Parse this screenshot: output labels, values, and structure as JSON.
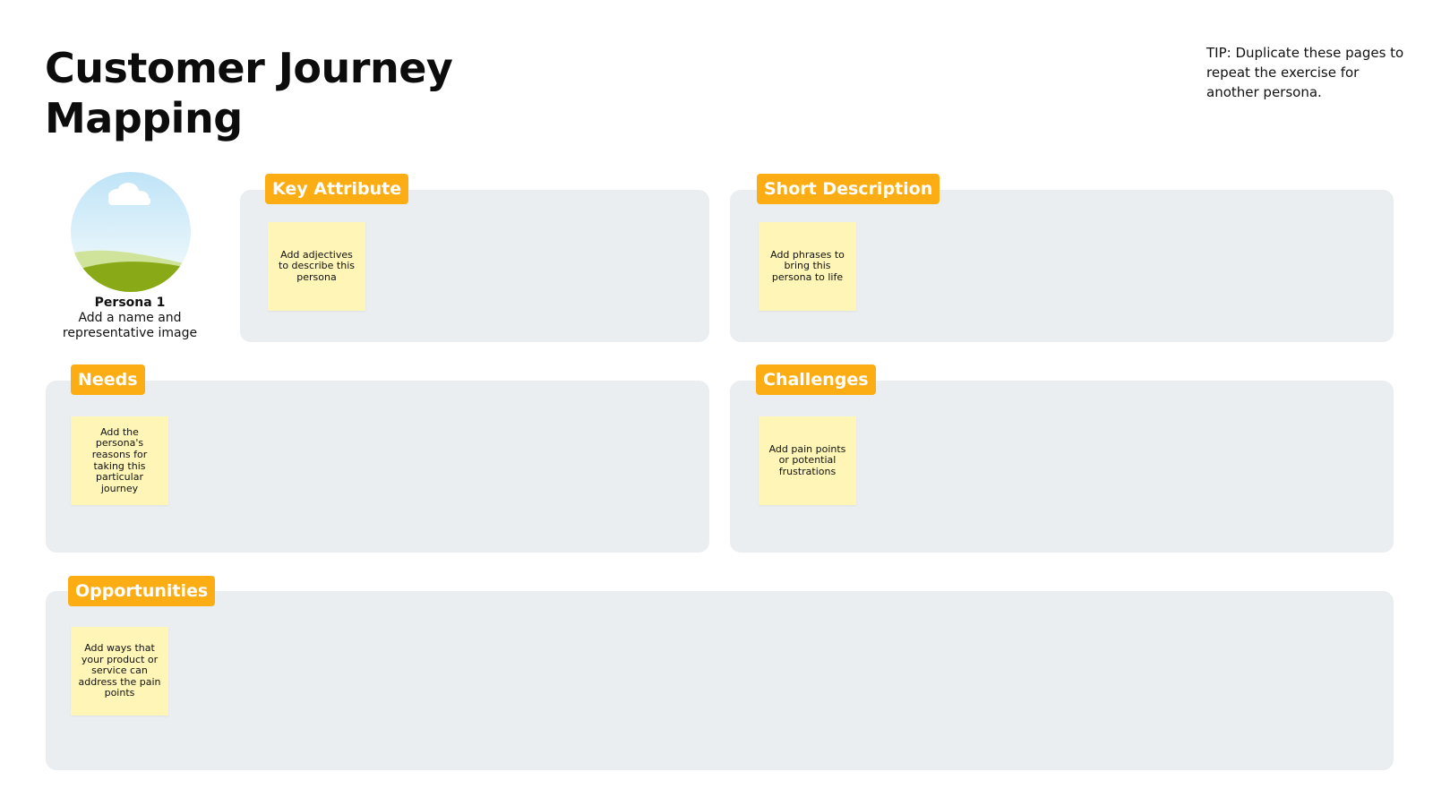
{
  "header": {
    "title_lines": [
      "Customer Journey",
      "Mapping"
    ],
    "tip_lines": [
      "TIP: Duplicate these pages to",
      "repeat the exercise for",
      "another persona."
    ]
  },
  "persona": {
    "name": "Persona 1",
    "hint_lines": [
      "Add a name and",
      "representative image"
    ]
  },
  "sections": {
    "key_attribute": {
      "label": "Key Attribute",
      "note": "Add adjectives to describe this persona"
    },
    "short_description": {
      "label": "Short Description",
      "note": "Add phrases to bring this persona to life"
    },
    "needs": {
      "label": "Needs",
      "note": "Add the persona's reasons for taking this particular journey"
    },
    "challenges": {
      "label": "Challenges",
      "note": "Add pain points or potential frustrations"
    },
    "opportunities": {
      "label": "Opportunities",
      "note": "Add ways that your product or service can address the pain points"
    }
  },
  "colors": {
    "tag": "#fcad13",
    "panel": "#ebeef1",
    "sticky_note": "#fef5b7"
  }
}
